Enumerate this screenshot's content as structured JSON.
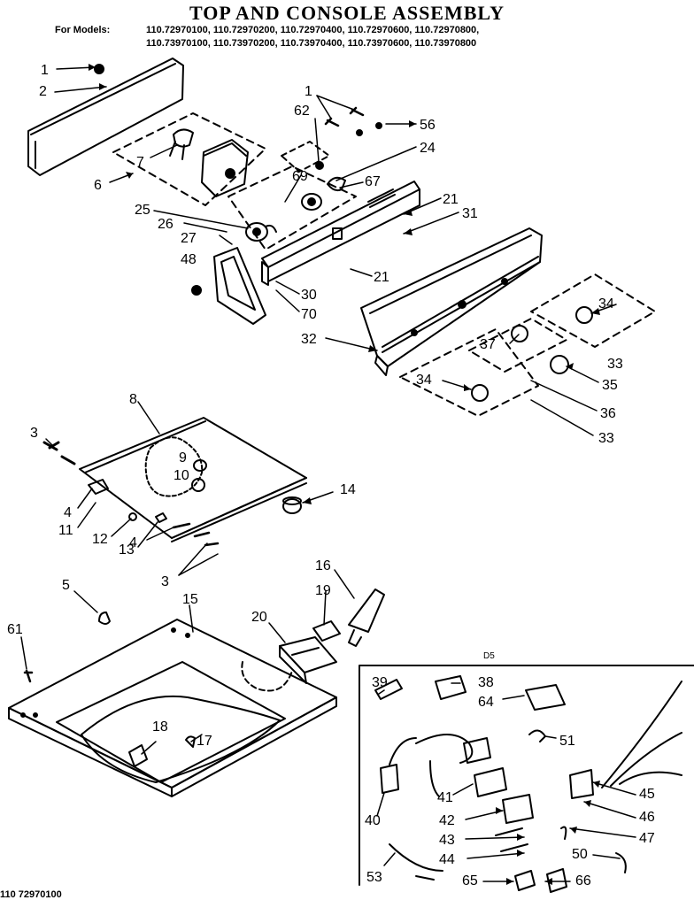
{
  "title": "TOP AND CONSOLE ASSEMBLY",
  "for_models_label": "For Models:",
  "models_line_1": "110.72970100, 110.72970200, 110.72970400, 110.72970600, 110.72970800,",
  "models_line_2": "110.73970100, 110.73970200, 110.73970400, 110.73970600, 110.73970800",
  "page_code": "110 72970100",
  "inset_label": "D5",
  "callouts": {
    "p1a": "1",
    "p2": "2",
    "p6": "6",
    "p7": "7",
    "p1b": "1",
    "p62": "62",
    "p56": "56",
    "p24": "24",
    "p69": "69",
    "p67": "67",
    "p21a": "21",
    "p31": "31",
    "p25": "25",
    "p26": "26",
    "p27": "27",
    "p48": "48",
    "p21b": "21",
    "p30": "30",
    "p70": "70",
    "p32": "32",
    "p34a": "34",
    "p33a": "33",
    "p37": "37",
    "p35": "35",
    "p34b": "34",
    "p36": "36",
    "p33b": "33",
    "p8": "8",
    "p3a": "3",
    "p9": "9",
    "p10": "10",
    "p14": "14",
    "p4a": "4",
    "p11": "11",
    "p12": "12",
    "p13": "13",
    "p4b": "4",
    "p3b": "3",
    "p5": "5",
    "p15": "15",
    "p16": "16",
    "p19": "19",
    "p20": "20",
    "p61": "61",
    "p18": "18",
    "p17": "17",
    "p39": "39",
    "p38": "38",
    "p64": "64",
    "p51": "51",
    "p41": "41",
    "p45": "45",
    "p42": "42",
    "p46": "46",
    "p40": "40",
    "p43": "43",
    "p47": "47",
    "p44": "44",
    "p50": "50",
    "p53": "53",
    "p65": "65",
    "p66": "66"
  }
}
